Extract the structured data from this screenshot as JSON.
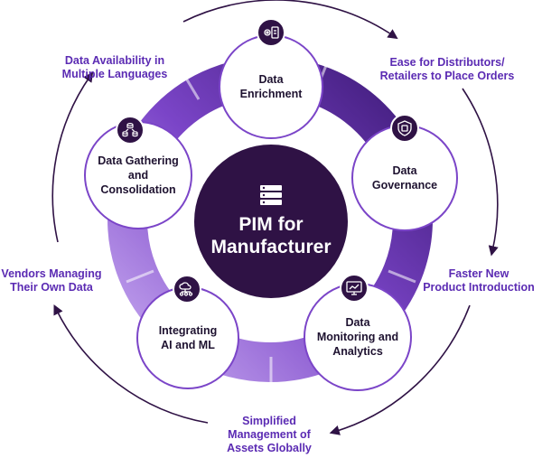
{
  "center": {
    "line1": "PIM for",
    "line2": "Manufacturer",
    "icon": "server-stack-icon"
  },
  "nodes": [
    {
      "lines": [
        "Data",
        "Enrichment"
      ],
      "icon": "gear-document-icon"
    },
    {
      "lines": [
        "Data",
        "Governance"
      ],
      "icon": "shield-document-icon"
    },
    {
      "lines": [
        "Data",
        "Monitoring and",
        "Analytics"
      ],
      "icon": "monitor-chart-icon"
    },
    {
      "lines": [
        "Integrating",
        "AI and ML"
      ],
      "icon": "cloud-network-icon"
    },
    {
      "lines": [
        "Data Gathering",
        "and",
        "Consolidation"
      ],
      "icon": "database-sync-icon"
    }
  ],
  "outer": [
    {
      "lines": [
        "Ease for Distributors/",
        "Retailers to Place Orders"
      ]
    },
    {
      "lines": [
        "Faster New",
        "Product Introduction"
      ]
    },
    {
      "lines": [
        "Simplified",
        "Management of",
        "Assets Globally"
      ]
    },
    {
      "lines": [
        "Vendors Managing",
        "Their Own Data"
      ]
    },
    {
      "lines": [
        "Data Availability in",
        "Multiple Languages"
      ]
    }
  ],
  "colors": {
    "ring_dark": "#4b1f8a",
    "ring_mid": "#7b45c8",
    "ring_light": "#b391e6",
    "center": "#2f1245",
    "accent_text": "#5b2bb3",
    "node_text": "#1e1230"
  }
}
